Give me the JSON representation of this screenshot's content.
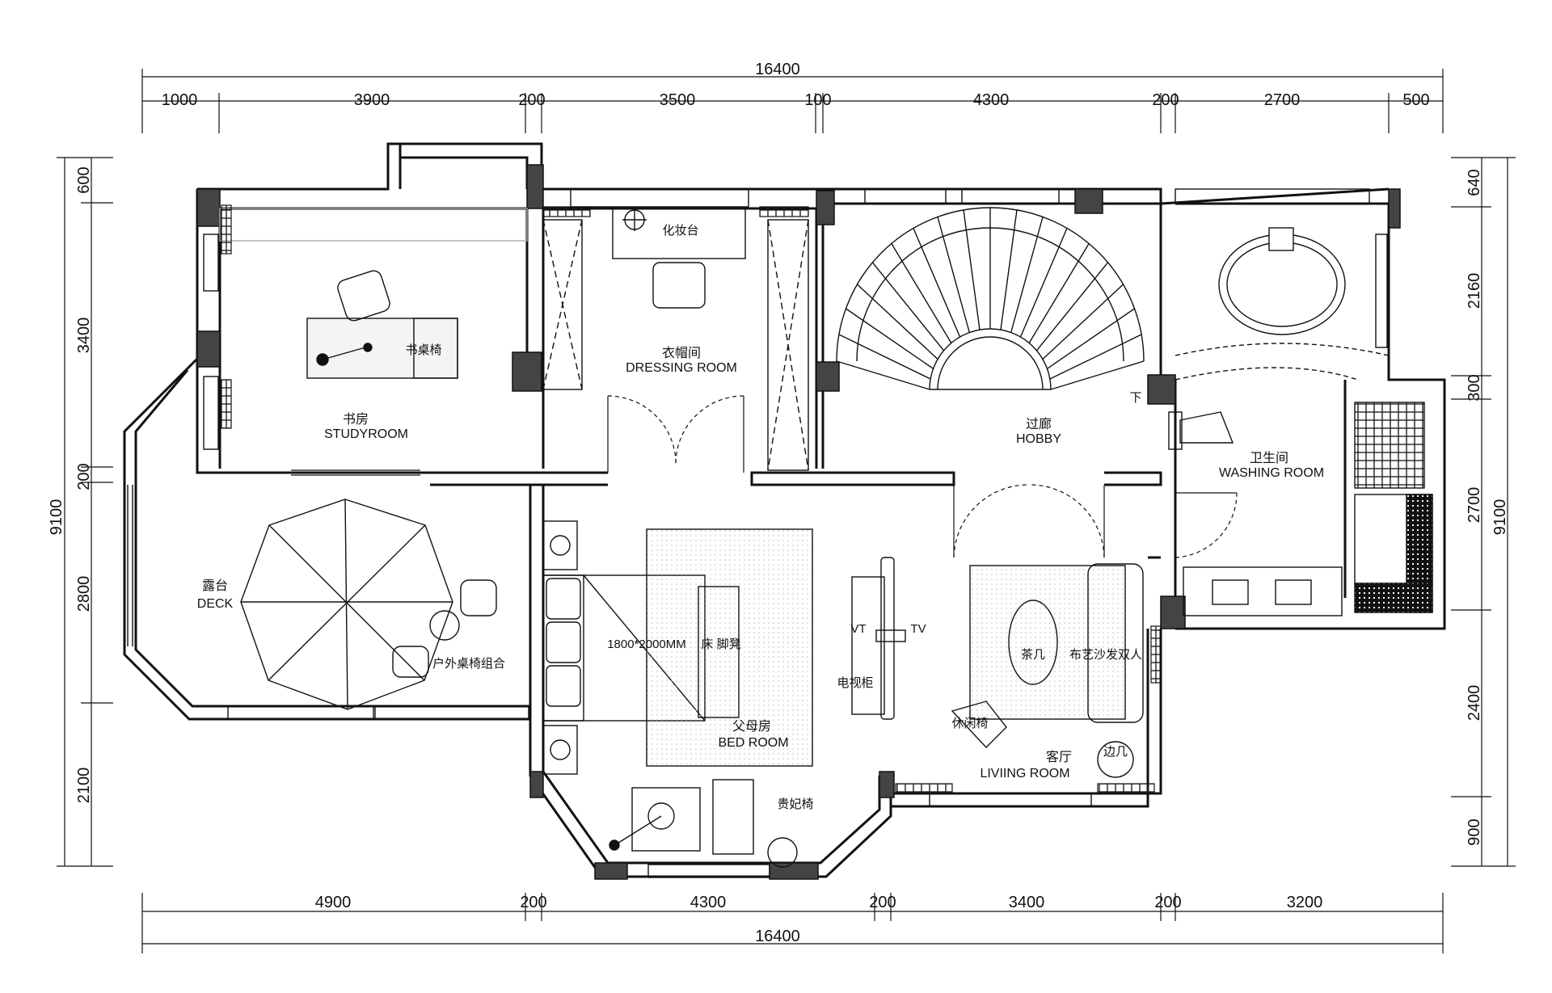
{
  "dimensions": {
    "top_total": "16400",
    "top": [
      "1000",
      "3900",
      "200",
      "3500",
      "100",
      "4300",
      "200",
      "2700",
      "500"
    ],
    "bottom": [
      "4900",
      "200",
      "4300",
      "200",
      "3400",
      "200",
      "3200"
    ],
    "bottom_total": "16400",
    "left_total": "9100",
    "left": [
      "600",
      "3400",
      "200",
      "2800",
      "2100"
    ],
    "right_total": "9100",
    "right": [
      "640",
      "2160",
      "300",
      "2700",
      "2400",
      "900"
    ]
  },
  "rooms": [
    {
      "id": "study",
      "zh": "书房",
      "en": "STUDYROOM"
    },
    {
      "id": "dressing",
      "zh": "衣帽间",
      "en": "DRESSING ROOM"
    },
    {
      "id": "hobby",
      "zh": "过廊",
      "en": "HOBBY"
    },
    {
      "id": "washing",
      "zh": "卫生间",
      "en": "WASHING ROOM"
    },
    {
      "id": "deck",
      "zh": "露台",
      "en": "DECK"
    },
    {
      "id": "bed",
      "zh": "父母房",
      "en": "BED ROOM"
    },
    {
      "id": "living",
      "zh": "客厅",
      "en": "LIVIING ROOM"
    }
  ],
  "furniture": {
    "vanity": "化妆台",
    "desk_chair": "书桌椅",
    "outdoor_set": "户外桌椅组合",
    "bed_size": "1800*2000MM",
    "bench": "床 脚凳",
    "tv_cabinet": "电视柜",
    "vt": "VT",
    "tv": "TV",
    "tea_table": "茶几",
    "sofa": "布艺沙发双人",
    "lounge_chair": "休闲椅",
    "side_table": "边几",
    "chaise": "贵妃椅",
    "stair_down": "下"
  }
}
